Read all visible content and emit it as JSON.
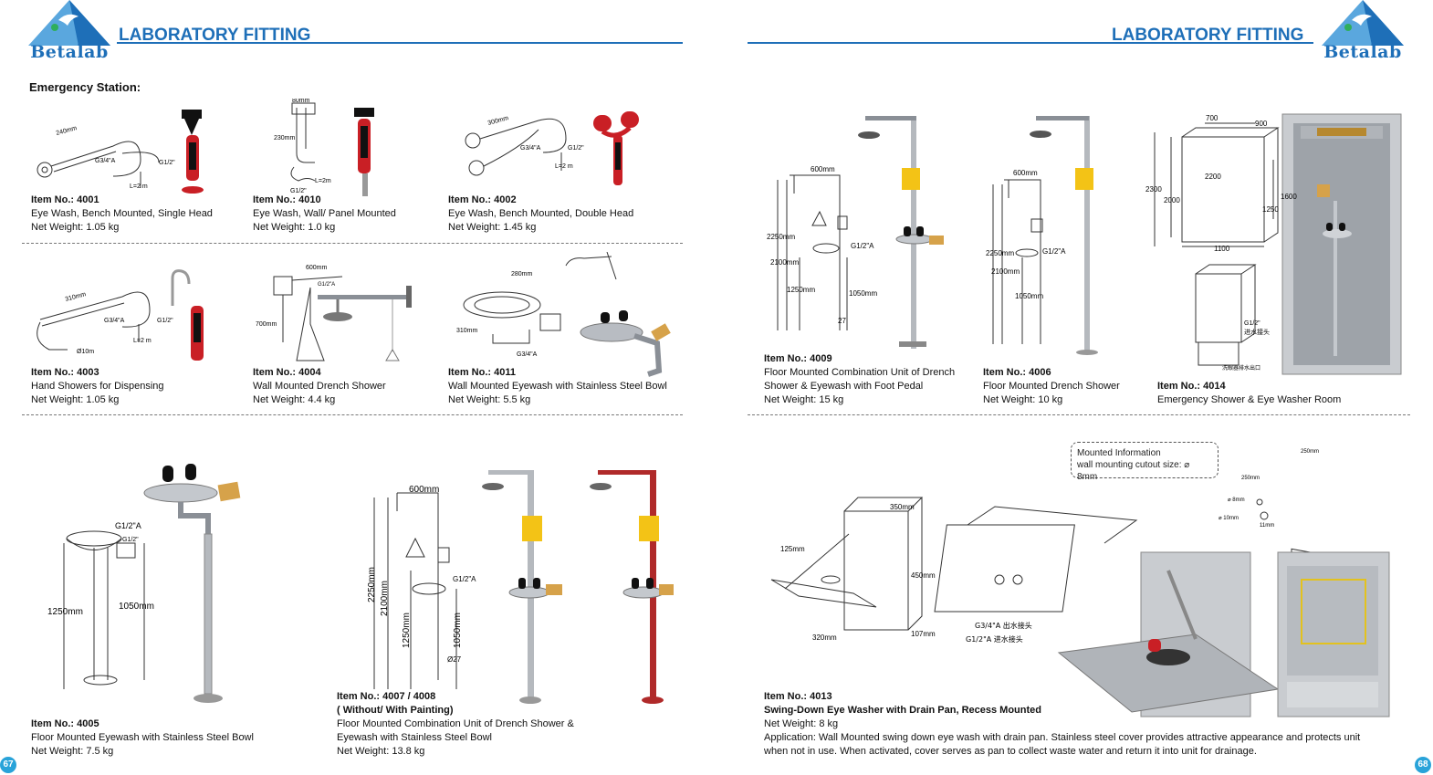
{
  "header": {
    "brand": "Betalab",
    "title": "LABORATORY FITTING",
    "accent": "#1e6fb8"
  },
  "left_page": {
    "section_title": "Emergency Station:",
    "page_number": "67",
    "items": [
      {
        "item_no": "Item No.: 4001",
        "desc": "Eye Wash, Bench Mounted, Single Head",
        "weight": "Net Weight: 1.05 kg"
      },
      {
        "item_no": "Item No.: 4010",
        "desc": "Eye Wash, Wall/ Panel Mounted",
        "weight": "Net Weight: 1.0 kg"
      },
      {
        "item_no": "Item No.: 4002",
        "desc": "Eye Wash, Bench Mounted, Double Head",
        "weight": "Net Weight: 1.45 kg"
      },
      {
        "item_no": "Item No.: 4003",
        "desc": "Hand Showers for Dispensing",
        "weight": "Net Weight: 1.05 kg"
      },
      {
        "item_no": "Item No.: 4004",
        "desc": "Wall Mounted Drench Shower",
        "weight": "Net Weight: 4.4 kg"
      },
      {
        "item_no": "Item No.: 4011",
        "desc": "Wall Mounted Eyewash with Stainless Steel Bowl",
        "weight": "Net Weight: 5.5 kg"
      },
      {
        "item_no": "Item No.: 4005",
        "desc": "Floor Mounted Eyewash with Stainless Steel Bowl",
        "weight": "Net Weight: 7.5 kg"
      },
      {
        "item_no": "Item No.: 4007 / 4008",
        "sub": "( Without/ With Painting)",
        "desc": "Floor Mounted Combination Unit of Drench Shower &",
        "desc2": "Eyewash with Stainless Steel Bowl",
        "weight": "Net Weight: 13.8 kg"
      }
    ],
    "dims": {
      "d4001": [
        "240mm",
        "G3/4\"A",
        "G1/2\"",
        "L=2 m"
      ],
      "d4010": [
        "80mm",
        "230mm",
        "L=2m",
        "G1/2\""
      ],
      "d4002": [
        "300mm",
        "G3/4\"A",
        "G1/2\"",
        "L=2 m"
      ],
      "d4003": [
        "310mm",
        "G3/4\"A",
        "G1/2\"",
        "L=2 m",
        "Ø10m"
      ],
      "d4004": [
        "600mm",
        "G1/2\"A",
        "700mm"
      ],
      "d4011": [
        "280mm",
        "310mm",
        "G3/4\"A"
      ],
      "d4005": [
        "G1/2\"A",
        "1250mm",
        "1050mm",
        "G1/2\""
      ],
      "d4007": [
        "600mm",
        "2250mm",
        "2100mm",
        "1250mm",
        "1050mm",
        "G1/2\"A",
        "Ø27"
      ]
    }
  },
  "right_page": {
    "page_number": "68",
    "items": [
      {
        "item_no": "Item No.: 4009",
        "desc": "Floor Mounted Combination Unit of Drench",
        "desc2": "Shower & Eyewash with Foot Pedal",
        "weight": "Net Weight: 15 kg"
      },
      {
        "item_no": "Item No.: 4006",
        "desc": "Floor Mounted Drench Shower",
        "weight": "Net Weight: 10 kg"
      },
      {
        "item_no": "Item No.: 4014",
        "desc": "Emergency Shower & Eye Washer Room"
      },
      {
        "item_no": "Item No.: 4013",
        "desc": "Swing-Down Eye Washer with Drain Pan, Recess Mounted",
        "weight": "Net Weight: 8 kg",
        "app1": "Application: Wall Mounted swing down eye wash with drain pan. Stainless steel cover provides attractive appearance and protects unit",
        "app2": "when not in use. When activated, cover serves as pan to collect waste water and return it into unit for drainage."
      }
    ],
    "mount_info": {
      "line1": "Mounted Information",
      "line2": "wall mounting cutout size: ⌀ 8mm"
    },
    "dims": {
      "d4009": [
        "600mm",
        "2250mm",
        "2100mm",
        "1250mm",
        "1050mm",
        "G1/2\"A",
        "27"
      ],
      "d4006": [
        "600mm",
        "2250mm",
        "2100mm",
        "1050mm",
        "G1/2\"A"
      ],
      "d4014": [
        "700",
        "900",
        "2300",
        "2000",
        "2200",
        "1600",
        "1250",
        "1100",
        "G1/2\"",
        "进水接头",
        "洗眼器排水出口"
      ],
      "d4013": [
        "350mm",
        "125mm",
        "450mm",
        "320mm",
        "107mm",
        "G3/4\"A  出水接头",
        "G1/2\"A  进水接头",
        "250mm",
        "250mm",
        "⌀ 8mm",
        "⌀ 10mm",
        "11mm"
      ]
    }
  }
}
